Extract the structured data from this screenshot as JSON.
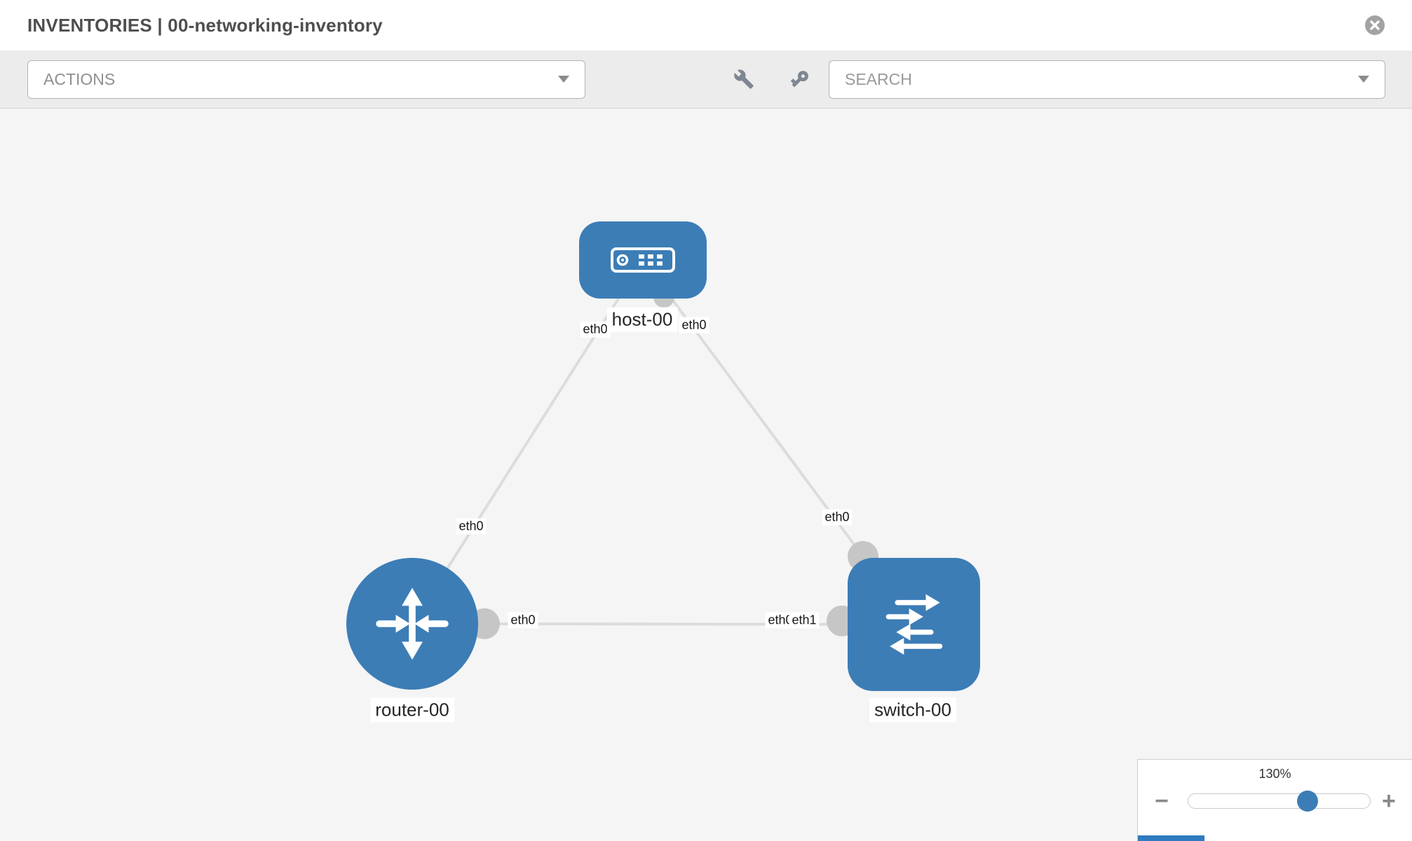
{
  "header": {
    "title": "INVENTORIES | 00-networking-inventory"
  },
  "toolbar": {
    "actions_label": "ACTIONS",
    "search_label": "SEARCH"
  },
  "topology": {
    "nodes": {
      "host": {
        "label": "host-00",
        "type": "host"
      },
      "router": {
        "label": "router-00",
        "type": "router"
      },
      "switch": {
        "label": "switch-00",
        "type": "switch"
      }
    },
    "links": [
      {
        "from": "host-00",
        "to": "router-00"
      },
      {
        "from": "host-00",
        "to": "switch-00"
      },
      {
        "from": "router-00",
        "to": "switch-00"
      }
    ],
    "interface_labels": {
      "host_left": "eth0",
      "host_right": "eth0",
      "router_upper": "eth0",
      "router_right": "eth0",
      "switch_top": "eth0",
      "switch_left_back": "eth0",
      "switch_left_front": "eth1"
    }
  },
  "zoom": {
    "level": "130%",
    "zoom_out_label": "−",
    "zoom_in_label": "+"
  },
  "icons": {
    "close": "close-circle-icon",
    "dropdown_caret": "chevron-down-icon",
    "wrench": "wrench-icon",
    "key": "key-icon",
    "host": "host-device-icon",
    "router": "router-arrows-icon",
    "switch": "switch-arrows-icon"
  },
  "colors": {
    "node_blue": "#3c7db6",
    "edge_gray": "#dcdcdc",
    "port_gray": "#c6c6c6",
    "canvas_bg": "#f5f5f5",
    "toolbar_bg": "#ececec"
  }
}
